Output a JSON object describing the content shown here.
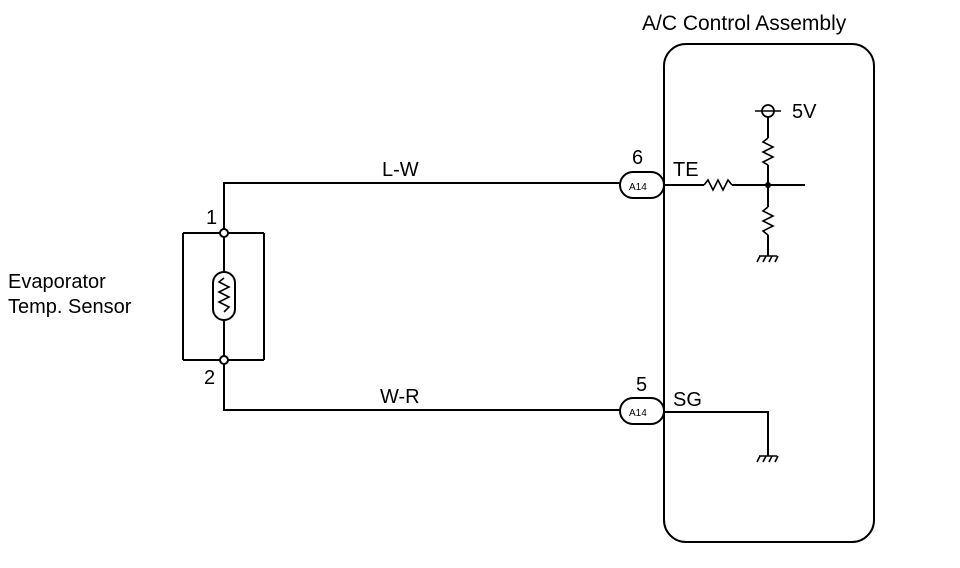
{
  "assembly": {
    "title": "A/C Control Assembly"
  },
  "sensor": {
    "line1": "Evaporator",
    "line2": "Temp. Sensor",
    "pin_top": "1",
    "pin_bottom": "2"
  },
  "wires": {
    "top": "L-W",
    "bottom": "W-R"
  },
  "connectors": {
    "top": {
      "pin": "6",
      "code": "A14",
      "terminal": "TE"
    },
    "bottom": {
      "pin": "5",
      "code": "A14",
      "terminal": "SG"
    }
  },
  "power": {
    "voltage": "5V"
  }
}
